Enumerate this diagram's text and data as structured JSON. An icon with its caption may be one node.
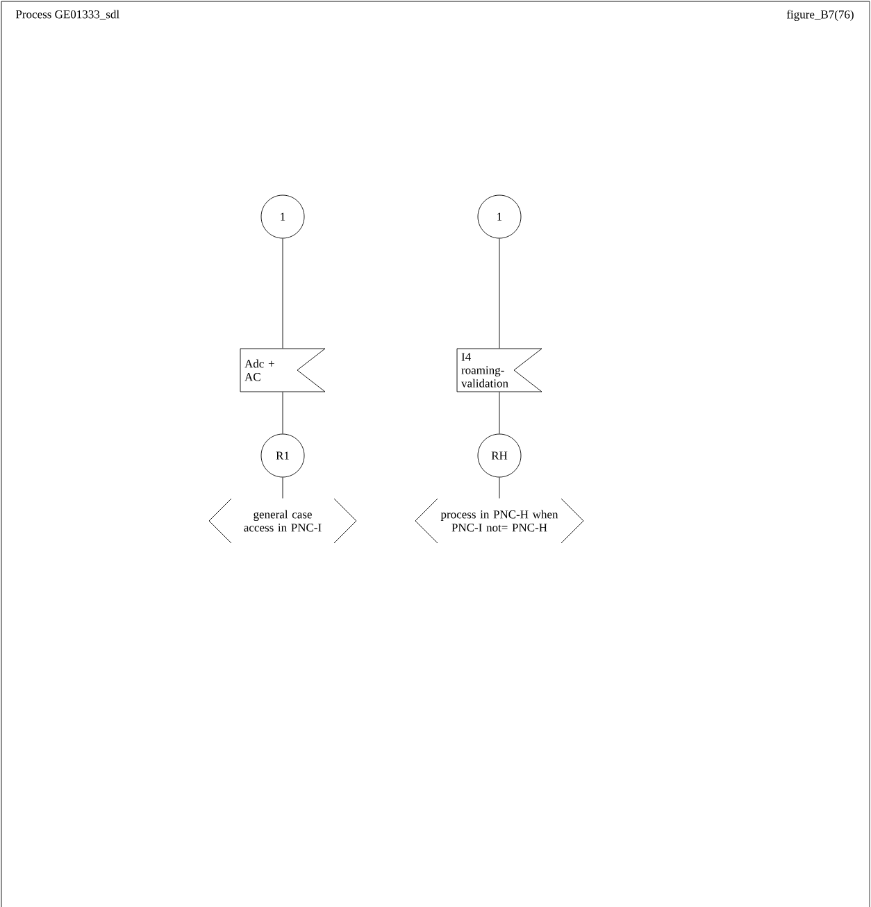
{
  "diagram": {
    "title": "Process GE01333_sdl",
    "nodes": [
      {
        "text": [
          "1"
        ]
      },
      {
        "text": [
          "Adc + AC"
        ]
      },
      {
        "text": [
          "R1"
        ]
      },
      {
        "text": [
          "general case access in PNC-I"
        ]
      },
      {
        "text": [
          "1"
        ]
      },
      {
        "text": [
          "I4 roaming- validation"
        ]
      },
      {
        "text": [
          "RH"
        ]
      },
      {
        "text": [
          "process in PNC-H when PNC-I not= PNC-H"
        ]
      }
    ],
    "edges": [
      {
        "from": 0,
        "to": 1,
        "arrow": "none"
      },
      {
        "from": 1,
        "to": 2,
        "arrow": "none"
      },
      {
        "from": 2,
        "to": 3,
        "arrow": "none"
      },
      {
        "from": 4,
        "to": 5,
        "arrow": "none"
      },
      {
        "from": 5,
        "to": 6,
        "arrow": "none"
      },
      {
        "from": 6,
        "to": 7,
        "arrow": "none"
      }
    ],
    "labels": [
      "figure_B7(76)"
    ]
  }
}
